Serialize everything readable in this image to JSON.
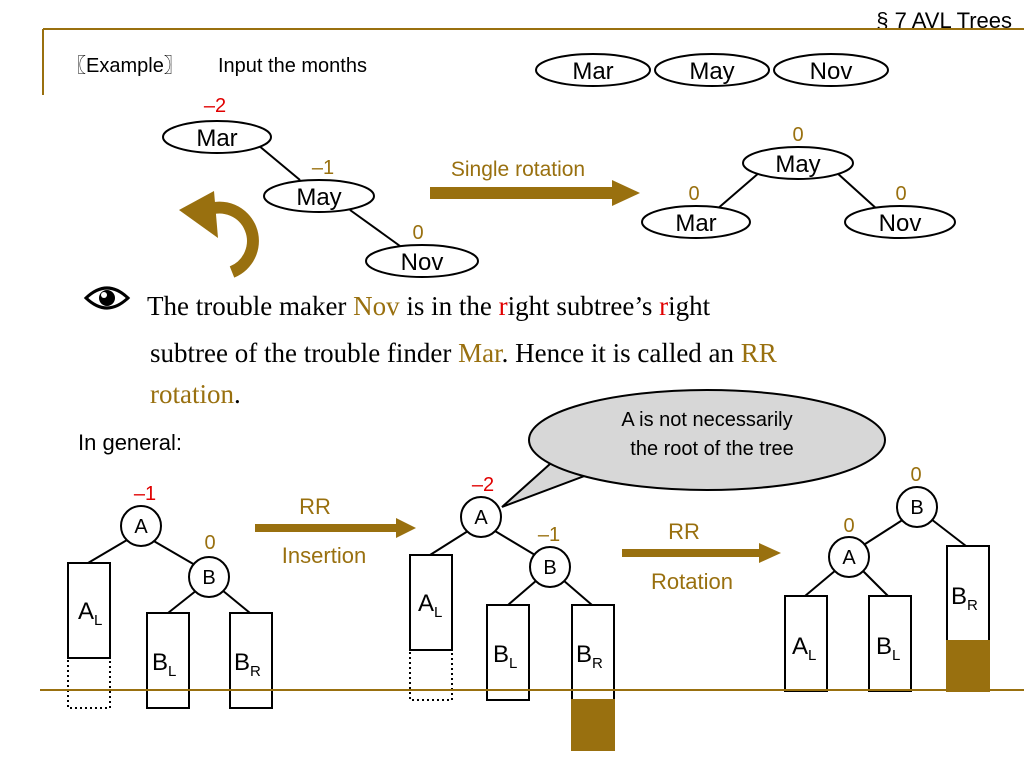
{
  "colors": {
    "accent": "#99700F",
    "warn": "#E00000",
    "text": "#000000",
    "callout_bg": "#D7D7D7"
  },
  "header": {
    "section_mark": "§",
    "section_title": "7  AVL Trees"
  },
  "example": {
    "label": "〖Example〗",
    "instruction": "Input the months",
    "sequence": [
      "Mar",
      "May",
      "Nov"
    ]
  },
  "before_tree": {
    "mar": {
      "key": "Mar",
      "bf": "–2"
    },
    "may": {
      "key": "May",
      "bf": "–1"
    },
    "nov": {
      "key": "Nov",
      "bf": "0"
    }
  },
  "rotation_label": "Single rotation",
  "after_tree": {
    "may": {
      "key": "May",
      "bf": "0"
    },
    "mar": {
      "key": "Mar",
      "bf": "0"
    },
    "nov": {
      "key": "Nov",
      "bf": "0"
    }
  },
  "note": {
    "p1": "The trouble maker ",
    "nov": "Nov",
    "p2": " is in the ",
    "r1": "r",
    "p3": "ight subtree’s ",
    "r2": "r",
    "p4": "ight",
    "p5": "subtree of the trouble finder ",
    "mar": "Mar",
    "p6": ".  Hence it is called an ",
    "rr": "RR",
    "rotation": "rotation",
    "p7": "."
  },
  "general_label": "In general:",
  "callout": {
    "line1": "A is not necessarily",
    "line2": "the root of the tree"
  },
  "general1": {
    "a_bf": "–1",
    "b_bf": "0",
    "a": "A",
    "b": "B",
    "al": "A",
    "al_sub": "L",
    "bl": "B",
    "bl_sub": "L",
    "br": "B",
    "br_sub": "R"
  },
  "arrow1": {
    "line1": "RR",
    "line2": "Insertion"
  },
  "general2": {
    "a_bf": "–2",
    "b_bf": "–1",
    "a": "A",
    "b": "B",
    "al": "A",
    "al_sub": "L",
    "bl": "B",
    "bl_sub": "L",
    "br": "B",
    "br_sub": "R"
  },
  "arrow2": {
    "line1": "RR",
    "line2": "Rotation"
  },
  "general3": {
    "b_bf": "0",
    "a_bf": "0",
    "b": "B",
    "a": "A",
    "al": "A",
    "al_sub": "L",
    "bl": "B",
    "bl_sub": "L",
    "br": "B",
    "br_sub": "R"
  }
}
